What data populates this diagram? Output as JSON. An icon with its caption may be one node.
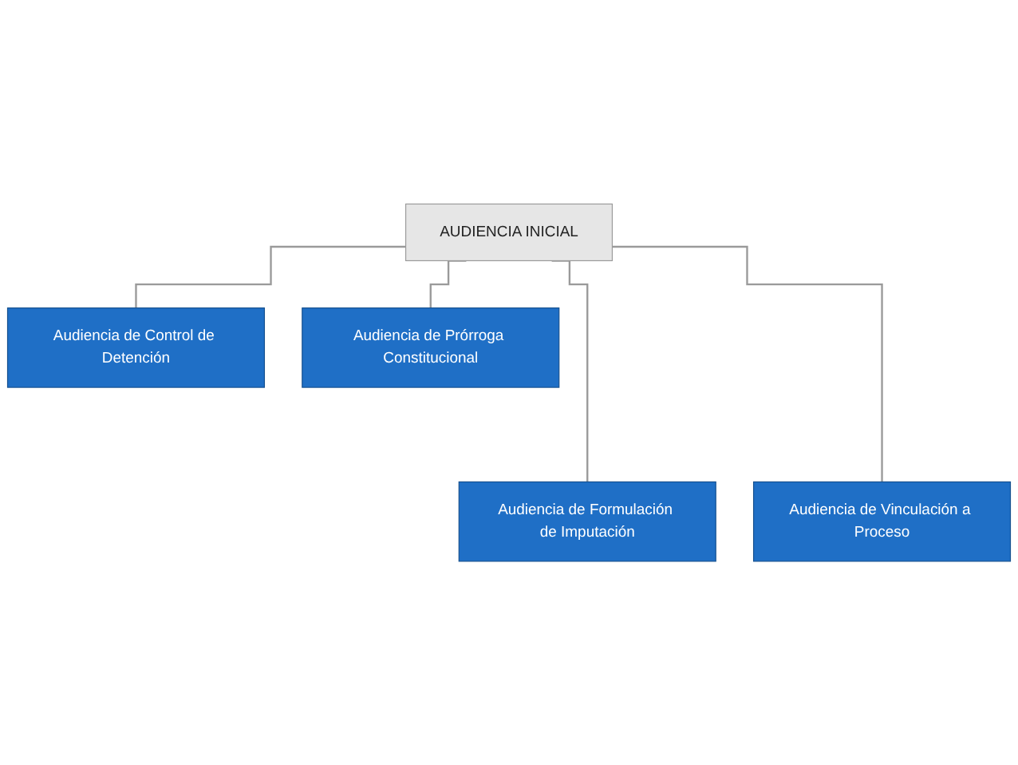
{
  "diagram": {
    "nodes": [
      {
        "text": [
          "AUDIENCIA INICIAL"
        ]
      },
      {
        "text": [
          "Audiencia de Control de Detención"
        ]
      },
      {
        "text": [
          "Audiencia de Prórroga Constitucional"
        ]
      },
      {
        "text": [
          "Audiencia de Formulación de Imputación"
        ]
      },
      {
        "text": [
          "Audiencia de Vinculación a Proceso"
        ]
      }
    ],
    "edges": [
      {
        "from": 0,
        "to": 1,
        "arrow": "none"
      },
      {
        "from": 0,
        "to": 3,
        "arrow": "none"
      },
      {
        "from": 0,
        "to": 2,
        "arrow": "none"
      },
      {
        "from": 0,
        "to": 4,
        "arrow": "none"
      }
    ]
  }
}
